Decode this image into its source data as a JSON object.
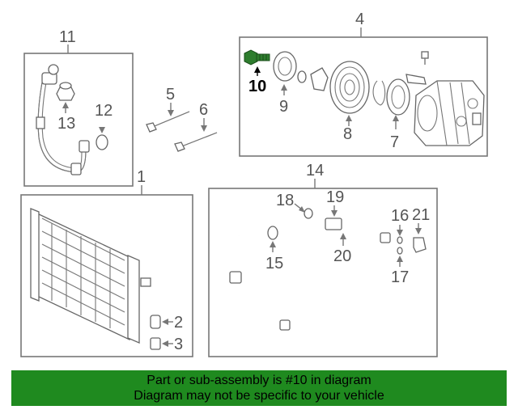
{
  "diagram": {
    "callouts": {
      "c1": "1",
      "c2": "2",
      "c3": "3",
      "c4": "4",
      "c5": "5",
      "c6": "6",
      "c7": "7",
      "c8": "8",
      "c9": "9",
      "c10": "10",
      "c11": "11",
      "c12": "12",
      "c13": "13",
      "c14": "14",
      "c15": "15",
      "c16": "16",
      "c17": "17",
      "c18": "18",
      "c19": "19",
      "c20": "20",
      "c21": "21"
    },
    "highlight_color": "#2e7d2e"
  },
  "banner": {
    "line1": "Part or sub-assembly is #10 in diagram",
    "line2": "Diagram may not be specific to your vehicle",
    "background": "#1f8a1f"
  }
}
